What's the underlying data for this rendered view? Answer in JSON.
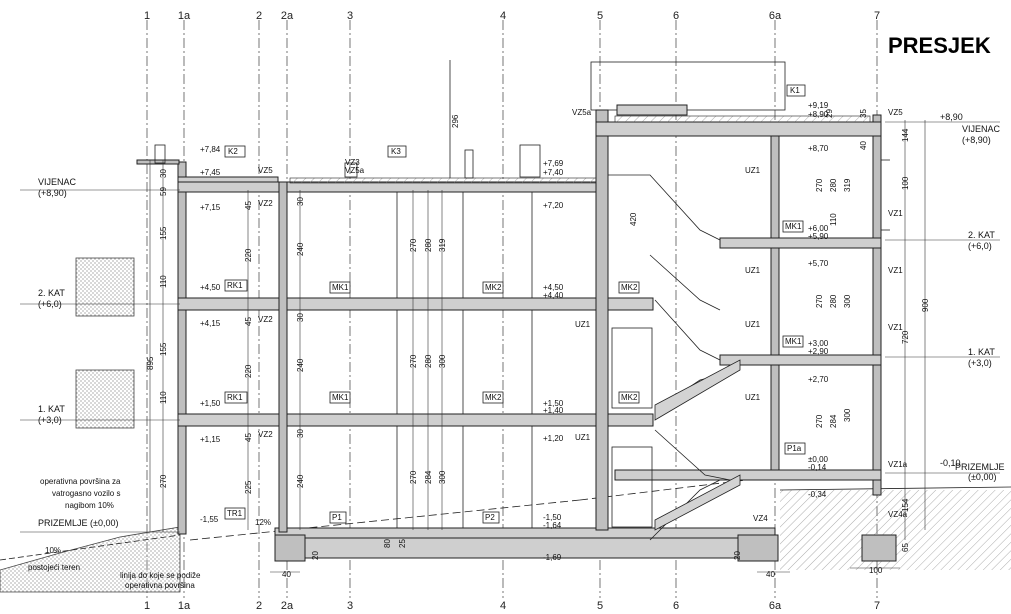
{
  "title": "PRESJEK",
  "grid_labels": [
    "1",
    "1a",
    "2",
    "2a",
    "3",
    "4",
    "5",
    "6",
    "6a",
    "7"
  ],
  "level_labels": {
    "vijenac": "VIJENAC",
    "vijenac_val": "(+8,90)",
    "kat2": "2. KAT",
    "kat2_val": "(+6,0)",
    "kat1": "1. KAT",
    "kat1_val": "(+3,0)",
    "prizemlje_left": "PRIZEMLJE (±0,00)",
    "prizemlje_right": "PRIZEMLJE",
    "prizemlje_right_val": "(±0,00)",
    "vijenac_right_mark": "+8,90",
    "kat2_right_val": "(+6,0)",
    "kat1_right_val": "(+3,0)",
    "ground_mark": "-0,10"
  },
  "notes": {
    "fire_line1": "operativna površina za",
    "fire_line2": "vatrogasno vozilo s",
    "fire_line3": "nagibom 10%",
    "slope": "10%",
    "terrain": "postojeći teren",
    "line1": "linija do koje se podiže",
    "line2": "operativna površina"
  },
  "room_tags": [
    "K1",
    "K2",
    "K3",
    "RK1",
    "RK1",
    "MK1",
    "MK1",
    "MK1",
    "MK1",
    "MK2",
    "MK2",
    "MK2",
    "MK2",
    "P1",
    "P1a",
    "P2",
    "TR1"
  ],
  "wall_tags": [
    "VZ5",
    "VZ5a",
    "VZ5",
    "VZ5a",
    "VZ2",
    "VZ2",
    "VZ2",
    "VZ3",
    "UZ1",
    "UZ1",
    "UZ1",
    "UZ1",
    "UZ1",
    "UZ1",
    "VZ1",
    "VZ1",
    "VZ1",
    "VZ1a",
    "VZ4",
    "VZ4a"
  ],
  "elevations_left": [
    "+7,84",
    "+7,45",
    "+7,15",
    "+4,50",
    "+4,15",
    "+1,50",
    "+1,15",
    "-1,55"
  ],
  "elevations_center": [
    "+7,69",
    "+7,40",
    "+7,20",
    "+4,50",
    "+4,40",
    "+1,50",
    "+1,40",
    "+1,20",
    "-1,50",
    "-1,64",
    "-1,69"
  ],
  "elevations_right": [
    "+9,19",
    "+8,90",
    "+8,70",
    "+6,00",
    "+5,90",
    "+5,70",
    "+3,00",
    "+2,90",
    "+2,70",
    "±0,00",
    "-0,14",
    "-0,34"
  ],
  "dims_vertical_left": [
    "30",
    "59",
    "155",
    "110",
    "155",
    "110",
    "270",
    "895"
  ],
  "dims_story_a": [
    "220",
    "220",
    "225",
    "45",
    "45",
    "45"
  ],
  "dims_story_b": [
    "240",
    "240",
    "240",
    "30",
    "30",
    "30"
  ],
  "dims_center": [
    "270",
    "280",
    "319",
    "270",
    "280",
    "300",
    "270",
    "284",
    "300",
    "420",
    "296"
  ],
  "dims_right": [
    "144",
    "100",
    "900",
    "720",
    "154",
    "65",
    "35",
    "29",
    "40",
    "319",
    "280",
    "270",
    "110",
    "300",
    "280",
    "270",
    "284",
    "270",
    "300"
  ],
  "dims_bottom": [
    "40",
    "40",
    "100"
  ],
  "dims_small": [
    "12%",
    "20",
    "20",
    "80",
    "25"
  ]
}
